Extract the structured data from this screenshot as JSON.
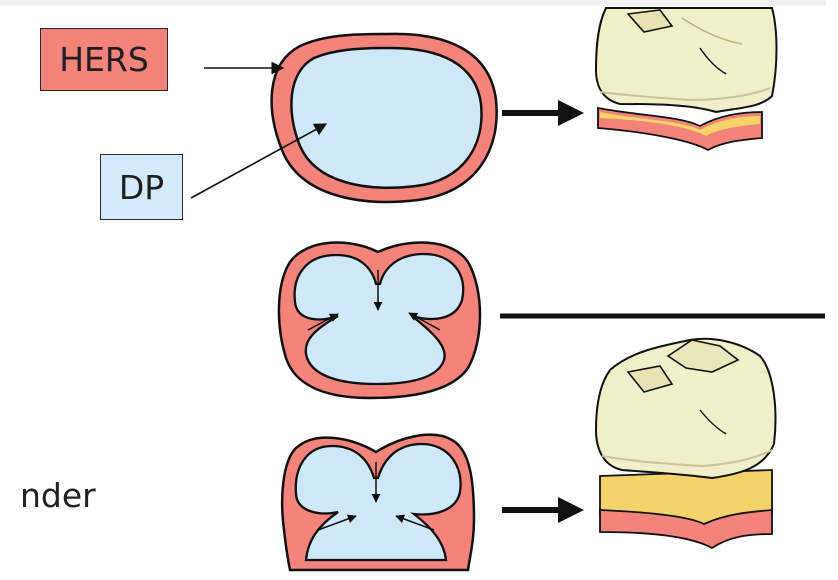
{
  "labels": {
    "hers": "HERS",
    "dp": "DP",
    "partial_text": "nder"
  },
  "colors": {
    "hers_fill": "#f4847b",
    "dp_fill": "#cfe9fb",
    "outline": "#111111",
    "crown_fill": "#f2efcb",
    "root_fill": "#f4d36a",
    "slide_background": "#ffffff"
  },
  "stages": [
    {
      "name": "single-root-sheath"
    },
    {
      "name": "two-tongues-sheath"
    },
    {
      "name": "three-tongues-sheath"
    }
  ],
  "icons": [
    "molar-crown-icon",
    "multi-rooted-molar-icon",
    "arrow-right-icon"
  ]
}
